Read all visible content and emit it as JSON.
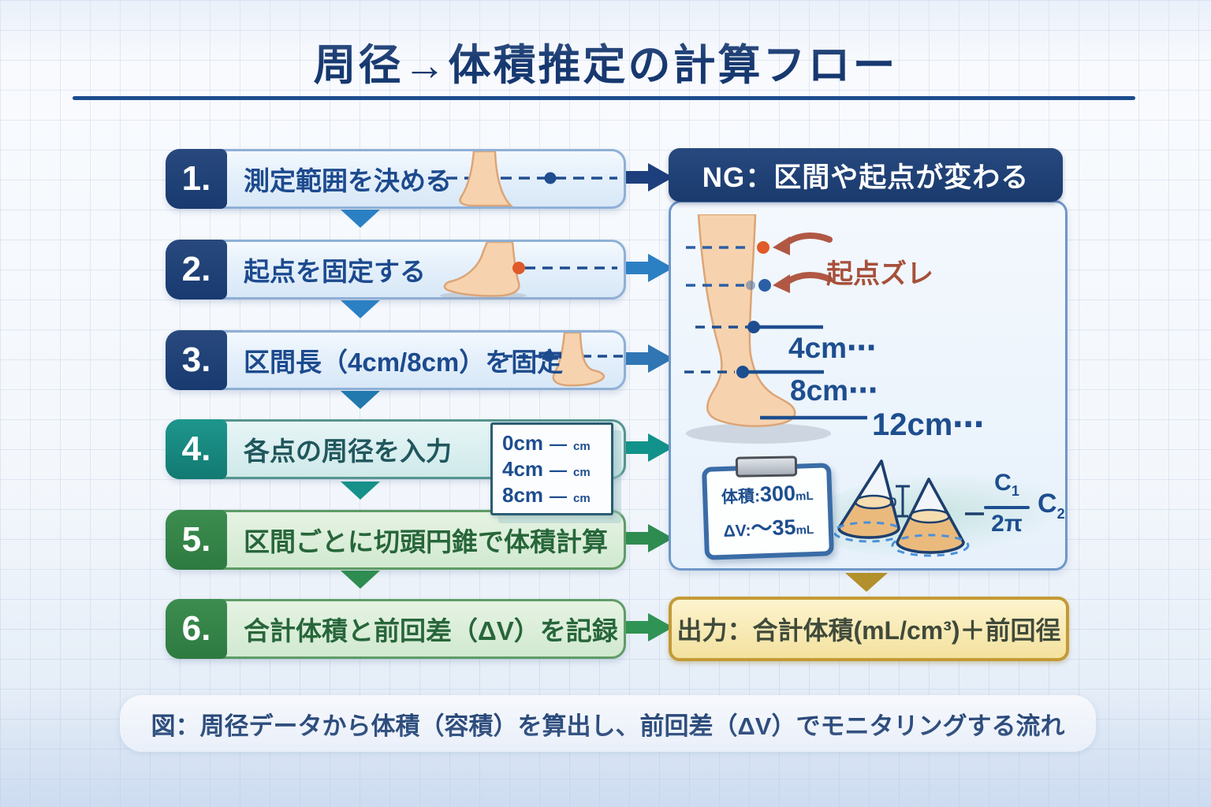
{
  "title": "周径→体積推定の計算フロー",
  "steps": [
    {
      "num": "1.",
      "label": "測定範囲を決める"
    },
    {
      "num": "2.",
      "label": "起点を固定する"
    },
    {
      "num": "3.",
      "label": "区間長（4cm/8cm）を固定"
    },
    {
      "num": "4.",
      "label": "各点の周径を入力"
    },
    {
      "num": "5.",
      "label": "区間ごとに切頭円錐で体積計算"
    },
    {
      "num": "6.",
      "label": "合計体積と前回差（ΔV）を記録"
    }
  ],
  "measure_card": {
    "rows": [
      {
        "pos": "0cm",
        "dash": "—",
        "unit": "cm"
      },
      {
        "pos": "4cm",
        "dash": "—",
        "unit": "cm"
      },
      {
        "pos": "8cm",
        "dash": "—",
        "unit": "cm"
      }
    ]
  },
  "ng_panel": {
    "header": "NG：区間や起点が変わる",
    "shift_label": "起点ズレ",
    "measurements": [
      "4cm⋯",
      "8cm⋯",
      "12cm⋯"
    ],
    "clipboard": {
      "line1_label": "体積:",
      "line1_value": "300",
      "line1_unit": "mL",
      "line2_label": "ΔV:",
      "line2_value": "〜35",
      "line2_unit": "mL"
    },
    "formula": {
      "numerator": "C",
      "numerator_sub": "1",
      "denominator": "2π",
      "c2": "C",
      "c2_sub": "2",
      "zero_label": "0"
    }
  },
  "output_box": {
    "text": "出力：合計体積(mL/cm³)＋前回徎"
  },
  "caption": "図：周径データから体積（容積）を算出し、前回差（ΔV）でモニタリングする流れ",
  "colors": {
    "navy": "#1d3f7d",
    "blue": "#2b80c4",
    "teal": "#15918a",
    "green": "#2f8c51",
    "gold": "#c49a35",
    "alert": "#a6503a"
  }
}
